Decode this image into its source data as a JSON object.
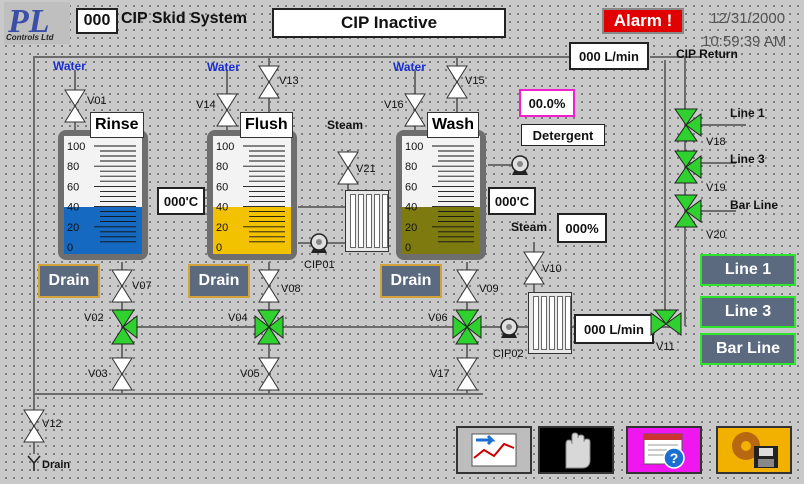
{
  "header": {
    "logo_text": "PL",
    "logo_sub": "Controls Ltd",
    "system_count": "000",
    "title": "CIP Skid System",
    "status": "CIP Inactive",
    "alarm": "Alarm !",
    "date": "12/31/2000",
    "time": "10:59:39 AM"
  },
  "colors": {
    "rinse": "#1569c0",
    "flush": "#f2c200",
    "wash": "#7d7a10",
    "alarm": "#e00000",
    "valve_open": "#2fd12f"
  },
  "return_flow": {
    "value": "000 L/min",
    "label": "CIP Return"
  },
  "water_label": "Water",
  "steam_label": "Steam",
  "tanks": [
    {
      "name": "Rinse",
      "level_pct": 40
    },
    {
      "name": "Flush",
      "level_pct": 40
    },
    {
      "name": "Wash",
      "level_pct": 40
    }
  ],
  "scale": [
    "100",
    "80",
    "60",
    "40",
    "20",
    "0"
  ],
  "temps": {
    "rinse": "000'C",
    "wash": "000'C"
  },
  "detergent": {
    "pct": "00.0%",
    "label": "Detergent"
  },
  "steam_valve_pct": "000%",
  "supply_flow": "000 L/min",
  "drain_label": "Drain",
  "pumps": {
    "p1": "CIP01",
    "p2": "CIP02"
  },
  "valves": {
    "v01": "V01",
    "v02": "V02",
    "v03": "V03",
    "v04": "V04",
    "v05": "V05",
    "v06": "V06",
    "v07": "V07",
    "v08": "V08",
    "v09": "V09",
    "v10": "V10",
    "v11": "V11",
    "v12": "V12",
    "v13": "V13",
    "v14": "V14",
    "v15": "V15",
    "v16": "V16",
    "v17": "V17",
    "v18": "V18",
    "v19": "V19",
    "v20": "V20",
    "v21": "V21"
  },
  "dest_lines": {
    "line1": "Line 1",
    "line3": "Line 3",
    "bar": "Bar Line"
  },
  "line_buttons": {
    "line1": "Line 1",
    "line3": "Line 3",
    "bar": "Bar Line"
  }
}
